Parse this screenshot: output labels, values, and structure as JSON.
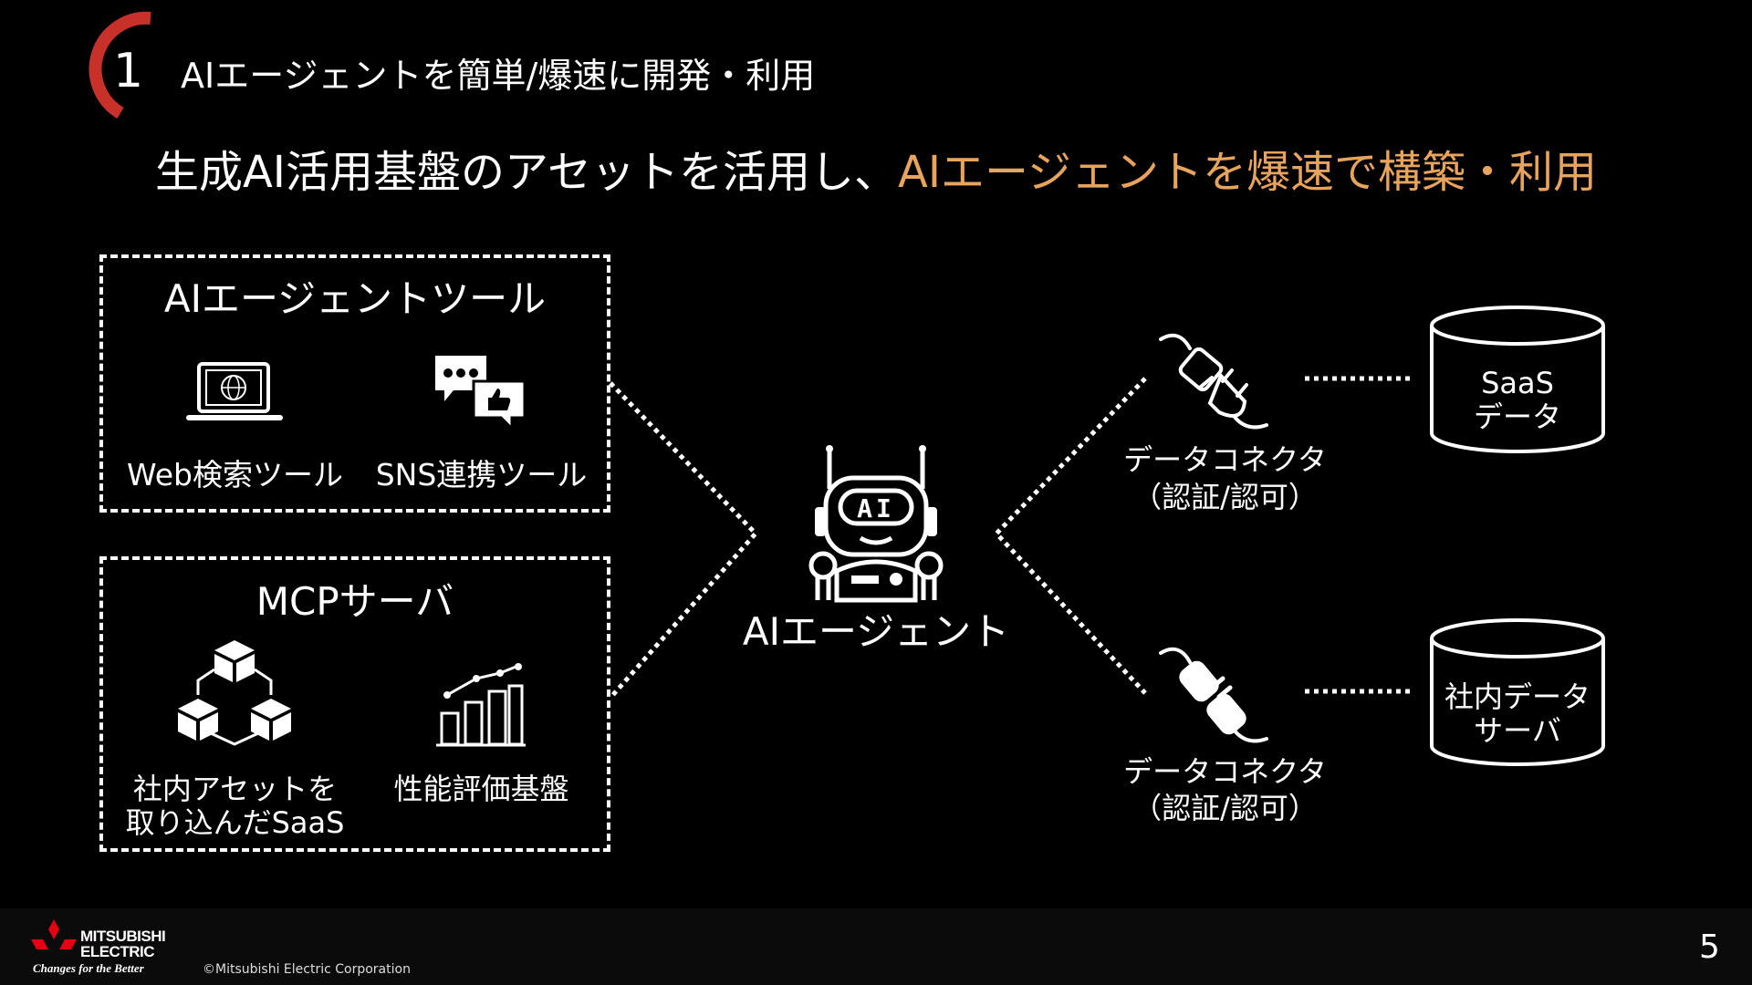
{
  "section": {
    "number": "1",
    "title": "AIエージェントを簡単/爆速に開発・利用"
  },
  "headline": {
    "prefix": "生成AI活用基盤のアセットを活用し、",
    "highlight": "AIエージェントを爆速で構築・利用",
    "highlight_color": "#e8a35c"
  },
  "tools_group": {
    "title": "AIエージェントツール",
    "items": [
      {
        "label": "Web検索ツール",
        "icon": "laptop-globe-icon"
      },
      {
        "label": "SNS連携ツール",
        "icon": "chat-like-icon"
      }
    ]
  },
  "mcp_group": {
    "title": "MCPサーバ",
    "items": [
      {
        "label_line1": "社内アセットを",
        "label_line2": "取り込んだSaaS",
        "icon": "blocks-network-icon"
      },
      {
        "label": "性能評価基盤",
        "icon": "bar-chart-trend-icon"
      }
    ]
  },
  "agent": {
    "label": "AIエージェント",
    "icon": "ai-robot-icon",
    "badge": "AI"
  },
  "connectors": [
    {
      "line1": "データコネクタ",
      "line2": "（認証/認可）",
      "icon": "plug-outline-icon"
    },
    {
      "line1": "データコネクタ",
      "line2": "（認証/認可）",
      "icon": "plug-filled-icon"
    }
  ],
  "datastores": [
    {
      "line1": "SaaS",
      "line2": "データ",
      "icon": "database-icon"
    },
    {
      "line1": "社内データ",
      "line2": "サーバ",
      "icon": "database-icon"
    }
  ],
  "footer": {
    "logo_line1": "MITSUBISHI",
    "logo_line2": "ELECTRIC",
    "tagline": "Changes for the Better",
    "copyright": "©Mitsubishi Electric Corporation",
    "page_number": "5",
    "brand_color": "#e60012"
  },
  "accent_color": "#c8312a"
}
